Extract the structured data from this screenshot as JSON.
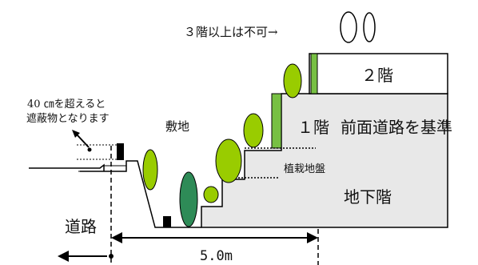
{
  "labels": {
    "third_floor_note": "３階以上は不可→",
    "second_floor": "２階",
    "first_floor": "１階",
    "front_road_basis": "前面道路を基準",
    "planting_ground": "植栽地盤",
    "basement": "地下階",
    "site": "敷地",
    "road": "道路",
    "height_note_line1": "40 ㎝を超えると",
    "height_note_line2": "遮蔽物となります",
    "distance": "5.0m"
  },
  "colors": {
    "light_green": "#99cc00",
    "dark_green": "#2e8b57",
    "pillar_green": "#77c043",
    "building_gray": "#e8e8e8",
    "block_black": "#000000"
  }
}
